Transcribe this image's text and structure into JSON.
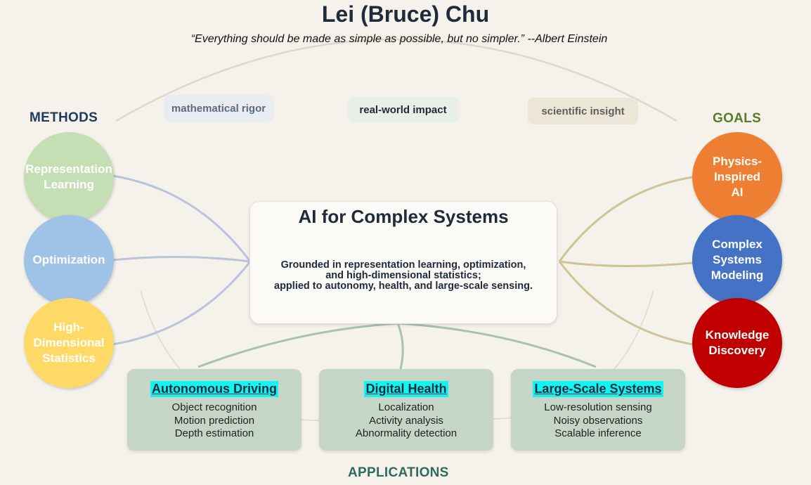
{
  "header": {
    "title": "Lei (Bruce) Chu",
    "quote": "“Everything should be made as simple as possible, but no simpler.” --Albert Einstein"
  },
  "methods": {
    "label": "METHODS",
    "items": [
      {
        "lines": [
          "Representation",
          "Learning"
        ],
        "color": "#c5dfb4"
      },
      {
        "lines": [
          "Optimization"
        ],
        "color": "#9fc2e7"
      },
      {
        "lines": [
          "High-",
          "Dimensional",
          "Statistics"
        ],
        "color": "#ffd965"
      }
    ]
  },
  "goals": {
    "label": "GOALS",
    "items": [
      {
        "lines": [
          "Physics-",
          "Inspired",
          "AI"
        ],
        "color": "#ee7e32"
      },
      {
        "lines": [
          "Complex",
          "Systems",
          "Modeling"
        ],
        "color": "#4472c4"
      },
      {
        "lines": [
          "Knowledge",
          "Discovery"
        ],
        "color": "#c00000"
      }
    ]
  },
  "tags": [
    {
      "label": "mathematical rigor",
      "bg": "#e9edf2",
      "color": "#5c6b7e"
    },
    {
      "label": "real-world impact",
      "bg": "#e8efe9",
      "color": "#1f2a3a"
    },
    {
      "label": "scientific insight",
      "bg": "#ece6d8",
      "color": "#5f5f5f"
    }
  ],
  "center": {
    "title": "AI for Complex Systems",
    "description": [
      "Grounded in representation learning, optimization,",
      "and high-dimensional statistics;",
      "applied to autonomy, health, and large-scale sensing."
    ]
  },
  "applications": {
    "label": "APPLICATIONS",
    "cards": [
      {
        "title": "Autonomous Driving",
        "items": [
          "Object recognition",
          "Motion prediction",
          "Depth estimation"
        ]
      },
      {
        "title": "Digital Health",
        "items": [
          "Localization",
          "Activity analysis",
          "Abnormality detection"
        ]
      },
      {
        "title": "Large-Scale Systems",
        "items": [
          "Low-resolution sensing",
          "Noisy observations",
          "Scalable inference"
        ]
      }
    ]
  },
  "colors": {
    "methods_label": "#1f3b5a",
    "goals_label": "#5a7d2a",
    "applications_label": "#2e6b5e",
    "method_links": "#b9c4da",
    "goal_links": "#cfc39a",
    "app_links": "#a9c2ad",
    "top_arc": "#ddd8cc"
  }
}
